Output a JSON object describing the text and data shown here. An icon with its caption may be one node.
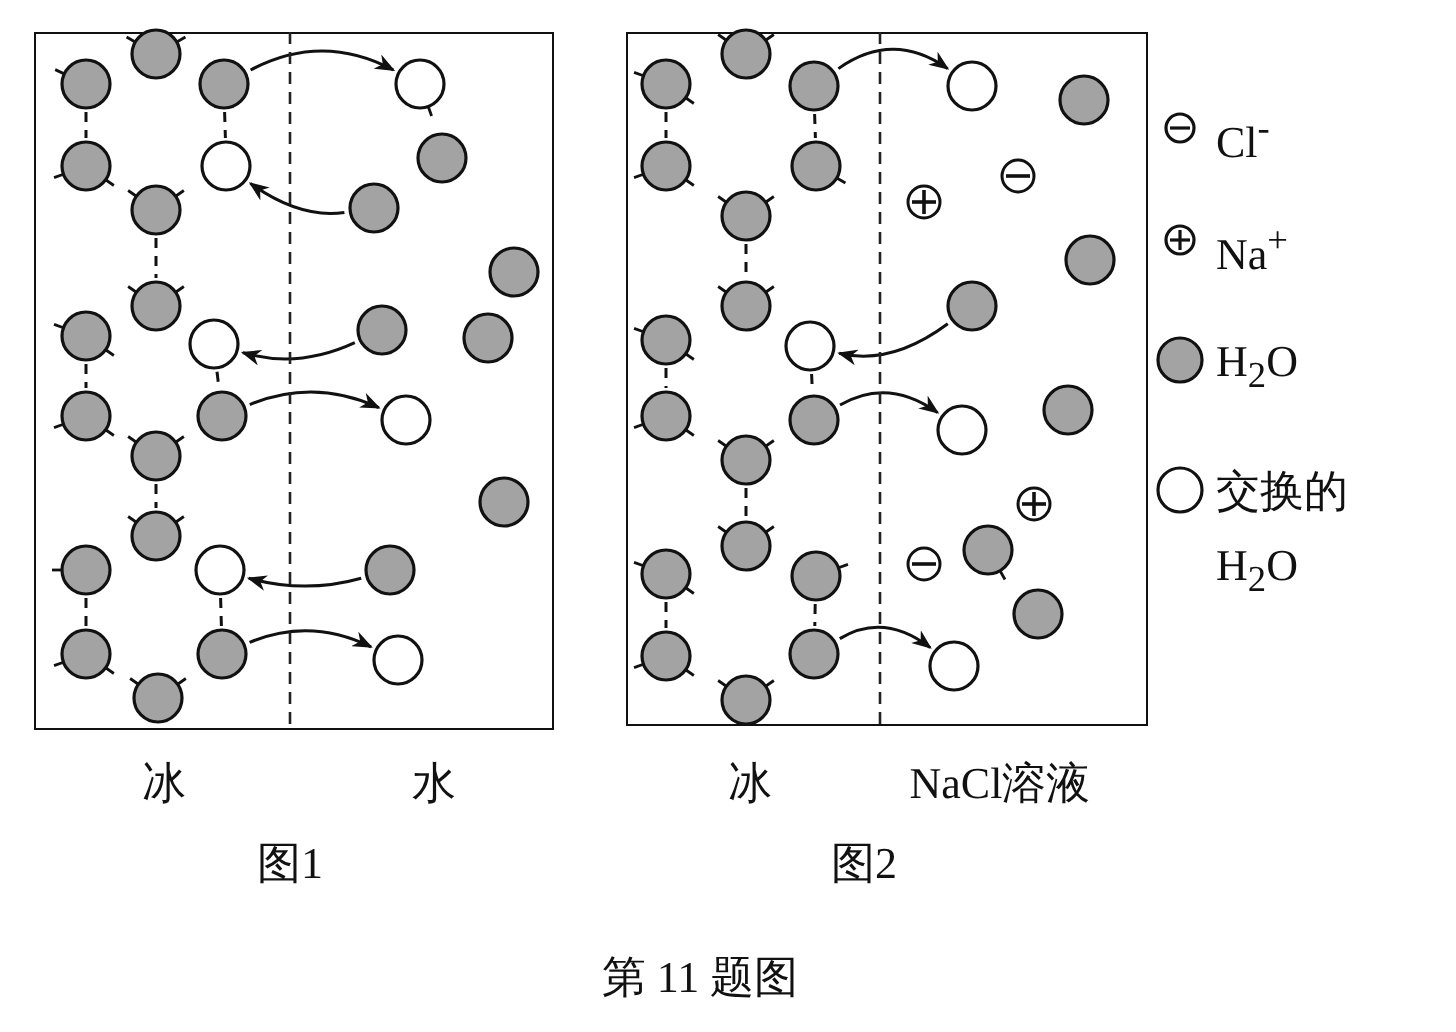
{
  "diagram": {
    "caption": "第 11 题图",
    "nodes": [
      {
        "text": [
          "冰",
          "水"
        ],
        "beside": [
          "图1"
        ]
      },
      {
        "text": [
          "冰",
          "NaCl溶液"
        ],
        "beside": [
          "图2"
        ]
      },
      {
        "text": [],
        "shape": "circle",
        "in": 0
      },
      {
        "text": [],
        "shape": "circle",
        "in": 0
      },
      {
        "text": [],
        "shape": "circle",
        "in": 0
      },
      {
        "text": [],
        "shape": "circle",
        "in": 0
      },
      {
        "text": [],
        "shape": "circle",
        "in": 0
      },
      {
        "text": [],
        "shape": "circle",
        "in": 0
      },
      {
        "text": [],
        "shape": "circle",
        "in": 0
      },
      {
        "text": [],
        "shape": "circle",
        "in": 0
      },
      {
        "text": [],
        "shape": "circle",
        "in": 0
      },
      {
        "text": [],
        "shape": "circle",
        "in": 0
      },
      {
        "text": [],
        "shape": "circle",
        "in": 0
      },
      {
        "text": [],
        "shape": "circle",
        "in": 0
      },
      {
        "text": [],
        "shape": "circle",
        "in": 0
      },
      {
        "text": [],
        "shape": "circle",
        "in": 0
      },
      {
        "text": [],
        "shape": "circle",
        "in": 0
      },
      {
        "text": [],
        "shape": "circle",
        "in": 0
      },
      {
        "text": [],
        "shape": "circle",
        "in": 0
      },
      {
        "text": [],
        "shape": "circle",
        "in": 0
      },
      {
        "text": [],
        "shape": "circle",
        "in": 0
      },
      {
        "text": [],
        "shape": "circle",
        "in": 0
      },
      {
        "text": [],
        "shape": "circle",
        "in": 0
      },
      {
        "text": [],
        "shape": "circle",
        "in": 0
      },
      {
        "text": [],
        "shape": "circle",
        "in": 0
      },
      {
        "text": [],
        "shape": "circle",
        "in": 0
      },
      {
        "text": [],
        "shape": "circle",
        "in": 0
      },
      {
        "text": [],
        "shape": "circle",
        "in": 0
      },
      {
        "text": [],
        "shape": "circle",
        "in": 0
      },
      {
        "text": [],
        "shape": "circle",
        "in": 0
      },
      {
        "text": [],
        "shape": "circle",
        "in": 1
      },
      {
        "text": [],
        "shape": "circle",
        "in": 1
      },
      {
        "text": [],
        "shape": "circle",
        "in": 1
      },
      {
        "text": [],
        "shape": "circle",
        "in": 1
      },
      {
        "text": [],
        "shape": "circle",
        "in": 1
      },
      {
        "text": [],
        "shape": "circle",
        "in": 1
      },
      {
        "text": [],
        "shape": "circle",
        "in": 1
      },
      {
        "text": [],
        "shape": "circle",
        "in": 1
      },
      {
        "text": [],
        "shape": "circle",
        "in": 1
      },
      {
        "text": [],
        "shape": "circle",
        "in": 1
      },
      {
        "text": [],
        "shape": "circle",
        "in": 1
      },
      {
        "text": [],
        "shape": "circle",
        "in": 1
      },
      {
        "text": [],
        "shape": "circle",
        "in": 1
      },
      {
        "text": [],
        "shape": "circle",
        "in": 1
      },
      {
        "text": [],
        "shape": "circle",
        "in": 1
      },
      {
        "text": [],
        "shape": "circle",
        "in": 1
      },
      {
        "text": [],
        "shape": "circle",
        "in": 1
      },
      {
        "text": [],
        "shape": "circle",
        "in": 1
      },
      {
        "text": [],
        "shape": "circle",
        "in": 1
      },
      {
        "text": [],
        "shape": "circle",
        "in": 1
      },
      {
        "text": [],
        "shape": "circle",
        "in": 1
      },
      {
        "text": [],
        "shape": "circle",
        "in": 1
      },
      {
        "text": [],
        "shape": "circle",
        "in": 1
      },
      {
        "text": [],
        "shape": "circle",
        "in": 1
      },
      {
        "text": [],
        "shape": "circle",
        "in": 1
      },
      {
        "text": [],
        "shape": "circle",
        "in": 1
      },
      {
        "text": [],
        "shape": "circle",
        "in": 1
      },
      {
        "text": [],
        "shape": "circle",
        "in": 1
      },
      {
        "text": [],
        "shape": "circle",
        "in": 1
      },
      {
        "text": [],
        "shape": "circle",
        "in": 1
      },
      {
        "text": [],
        "shape": "circle",
        "in": 1
      }
    ],
    "edges": [
      {
        "from": 4,
        "to": 5,
        "arrow": "to"
      },
      {
        "from": 9,
        "to": 8,
        "arrow": "to"
      },
      {
        "from": 13,
        "to": 16,
        "arrow": "to"
      },
      {
        "from": 18,
        "to": 19,
        "arrow": "to"
      },
      {
        "from": 25,
        "to": 24,
        "arrow": "to"
      },
      {
        "from": 27,
        "to": 28,
        "arrow": "to"
      },
      {
        "from": 32,
        "to": 33,
        "arrow": "to"
      },
      {
        "from": 42,
        "to": 44,
        "arrow": "to"
      },
      {
        "from": 47,
        "to": 48,
        "arrow": "to"
      },
      {
        "from": 57,
        "to": 59,
        "arrow": "to"
      },
      {
        "from": 3,
        "to": 7,
        "arrow": "none",
        "style": "dashed"
      },
      {
        "from": 4,
        "to": 8,
        "arrow": "none",
        "style": "dashed"
      },
      {
        "from": 10,
        "to": 12,
        "arrow": "none",
        "style": "dashed"
      },
      {
        "from": 14,
        "to": 17,
        "arrow": "none",
        "style": "dashed"
      },
      {
        "from": 16,
        "to": 18,
        "arrow": "none",
        "style": "dashed"
      },
      {
        "from": 20,
        "to": 22,
        "arrow": "none",
        "style": "dashed"
      },
      {
        "from": 23,
        "to": 26,
        "arrow": "none",
        "style": "dashed"
      },
      {
        "from": 24,
        "to": 27,
        "arrow": "none",
        "style": "dashed"
      },
      {
        "from": 31,
        "to": 35,
        "arrow": "none",
        "style": "dashed"
      },
      {
        "from": 32,
        "to": 36,
        "arrow": "none",
        "style": "dashed"
      },
      {
        "from": 39,
        "to": 41,
        "arrow": "none",
        "style": "dashed"
      },
      {
        "from": 43,
        "to": 46,
        "arrow": "none",
        "style": "dashed"
      },
      {
        "from": 44,
        "to": 47,
        "arrow": "none",
        "style": "dashed"
      },
      {
        "from": 49,
        "to": 51,
        "arrow": "none",
        "style": "dashed"
      },
      {
        "from": 54,
        "to": 58,
        "arrow": "none",
        "style": "dashed"
      },
      {
        "from": 55,
        "to": 57,
        "arrow": "none",
        "style": "dashed"
      }
    ],
    "legend": [
      {
        "text": "Cl$^{-}$"
      },
      {
        "text": "Na$^{+}$"
      },
      {
        "text": "H$_{2}$O"
      },
      {
        "text": "交换的 H$_{2}$O"
      }
    ]
  }
}
